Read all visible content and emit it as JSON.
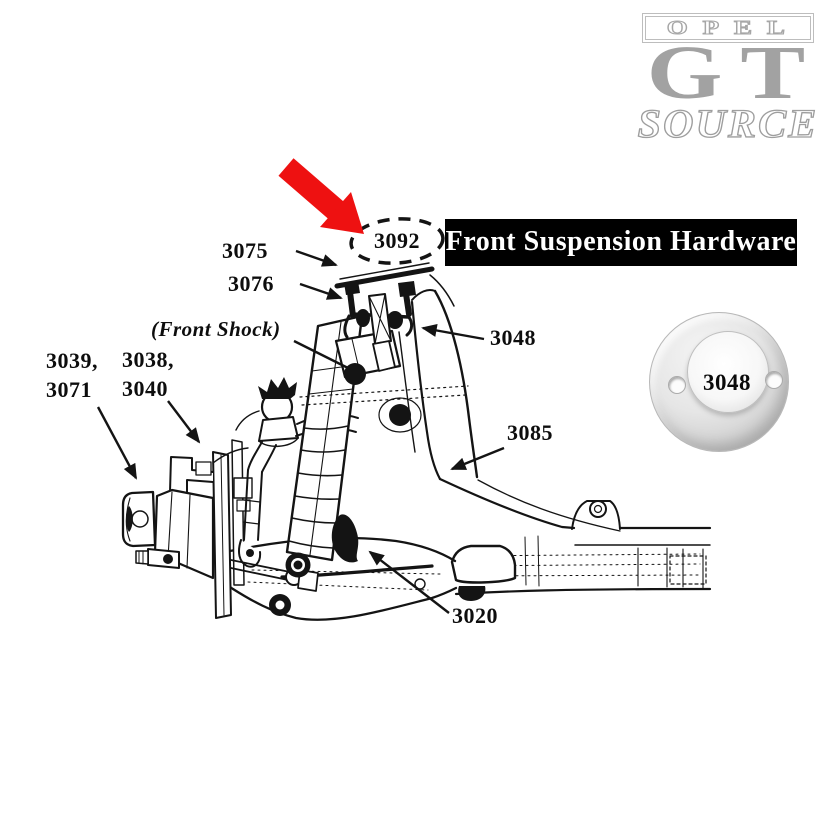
{
  "page": {
    "background": "#ffffff"
  },
  "logo": {
    "line1": "OPEL",
    "line2": "GT",
    "line3": "SOURCE",
    "color": "#a2a2a2"
  },
  "banner": {
    "text": "Front Suspension Hardware",
    "background": "#000000",
    "color": "#ffffff"
  },
  "highlight": {
    "part": "3092",
    "arrow_color": "#ee1111"
  },
  "labels": {
    "l3075": "3075",
    "l3076": "3076",
    "front_shock": "(Front Shock)",
    "l3039": "3039,",
    "l3071": "3071",
    "l3038": "3038,",
    "l3040": "3040",
    "l3048": "3048",
    "l3085": "3085",
    "l3020": "3020"
  },
  "inset_photo": {
    "part_label": "3048"
  }
}
